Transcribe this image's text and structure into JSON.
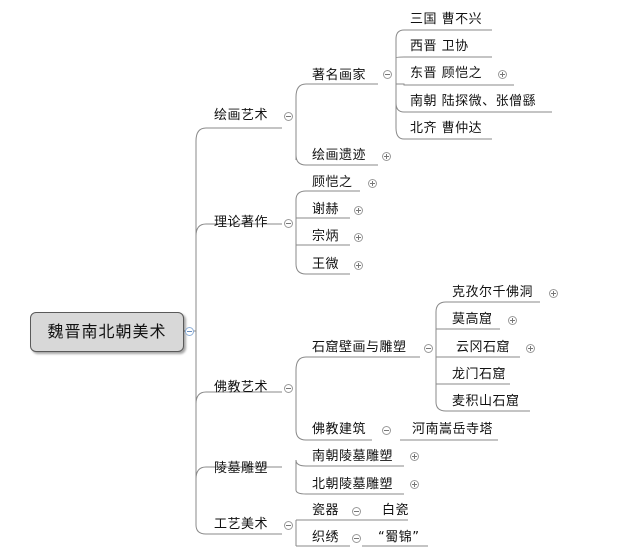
{
  "root": {
    "label": "魏晋南北朝美术"
  },
  "painting": {
    "label": "绘画艺术",
    "famous": {
      "label": "著名画家",
      "items": [
        "三国 曹不兴",
        "西晋 卫协",
        "东晋 顾恺之",
        "南朝 陆探微、张僧繇",
        "北齐 曹仲达"
      ]
    },
    "relics": {
      "label": "绘画遗迹"
    }
  },
  "theory": {
    "label": "理论著作",
    "items": [
      "顾恺之",
      "谢赫",
      "宗炳",
      "王微"
    ]
  },
  "buddhist": {
    "label": "佛教艺术",
    "grotto": {
      "label": "石窟壁画与雕塑",
      "items": [
        "克孜尔千佛洞",
        "莫高窟",
        "云冈石窟",
        "龙门石窟",
        "麦积山石窟"
      ]
    },
    "architecture": {
      "label": "佛教建筑",
      "child": "河南嵩岳寺塔"
    }
  },
  "tomb": {
    "label": "陵墓雕塑",
    "items": [
      "南朝陵墓雕塑",
      "北朝陵墓雕塑"
    ]
  },
  "craft": {
    "label": "工艺美术",
    "porcelain": {
      "label": "瓷器",
      "child": "白瓷"
    },
    "embroidery": {
      "label": "织绣",
      "child": "“蜀锦”"
    }
  }
}
